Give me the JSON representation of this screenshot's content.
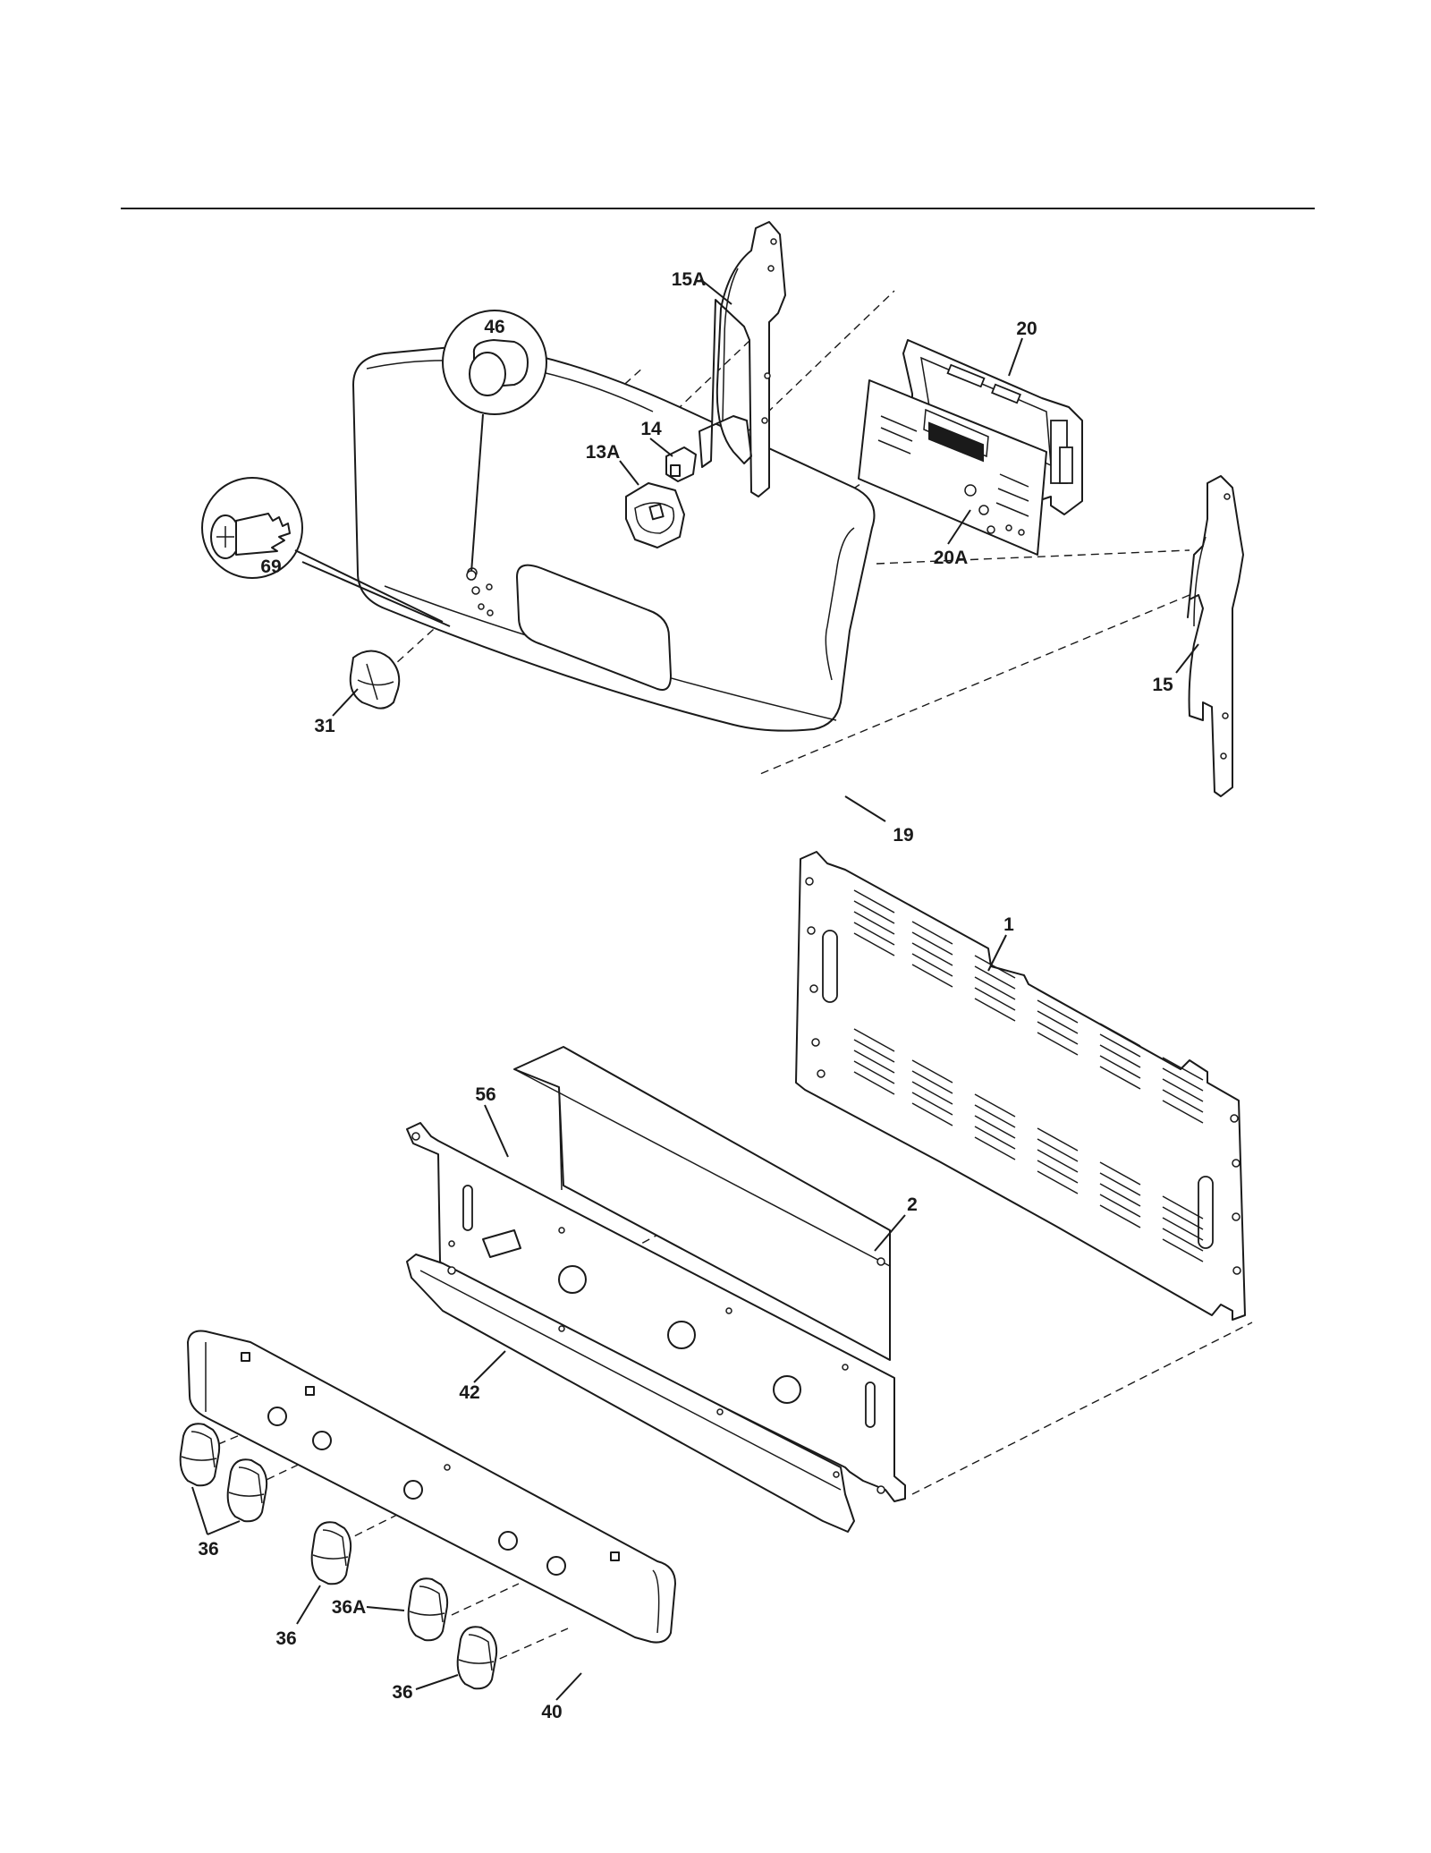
{
  "callouts": [
    {
      "id": "46",
      "text": "46"
    },
    {
      "id": "69",
      "text": "69"
    },
    {
      "id": "15A",
      "text": "15A"
    },
    {
      "id": "20",
      "text": "20"
    },
    {
      "id": "14",
      "text": "14"
    },
    {
      "id": "13A",
      "text": "13A"
    },
    {
      "id": "20A",
      "text": "20A"
    },
    {
      "id": "15",
      "text": "15"
    },
    {
      "id": "31",
      "text": "31"
    },
    {
      "id": "19",
      "text": "19"
    },
    {
      "id": "1",
      "text": "1"
    },
    {
      "id": "56",
      "text": "56"
    },
    {
      "id": "2",
      "text": "2"
    },
    {
      "id": "42",
      "text": "42"
    },
    {
      "id": "36-left",
      "text": "36"
    },
    {
      "id": "36-middle",
      "text": "36"
    },
    {
      "id": "36A",
      "text": "36A"
    },
    {
      "id": "36-right",
      "text": "36"
    },
    {
      "id": "40",
      "text": "40"
    }
  ],
  "colors": {
    "line": "#1a1a1a",
    "background": "#ffffff"
  }
}
